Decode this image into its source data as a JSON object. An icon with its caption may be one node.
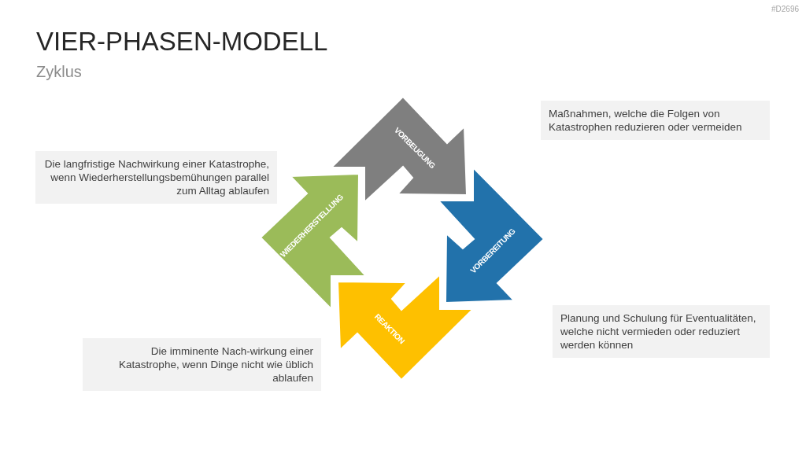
{
  "diagram": {
    "title": "VIER-PHASEN-MODELL",
    "nodes": [
      {
        "text": [
          "VORBEUGUNG"
        ]
      },
      {
        "text": [
          "Maßnahmen, welche die Folgen von Katastrophen reduzieren oder vermeiden"
        ]
      },
      {
        "text": [
          "Die langfristige Nachwirkung einer Katastrophe, wenn Wiederherstellungsbemühungen parallel zum Alltag ablaufen"
        ]
      },
      {
        "text": [
          "WIEDERHERSTELLUNG"
        ]
      },
      {
        "text": [
          "VORBEREITUNG"
        ]
      },
      {
        "text": [
          "Planung und Schulung für Eventualitäten, welche nicht vermieden oder reduziert werden können"
        ]
      },
      {
        "text": [
          "REAKTION"
        ]
      },
      {
        "text": [
          "Die imminente Nach-wirkung einer Katastrophe, wenn Dinge nicht wie üblich ablaufen"
        ]
      }
    ],
    "labels": [
      "Zyklus",
      "#D2696"
    ]
  }
}
